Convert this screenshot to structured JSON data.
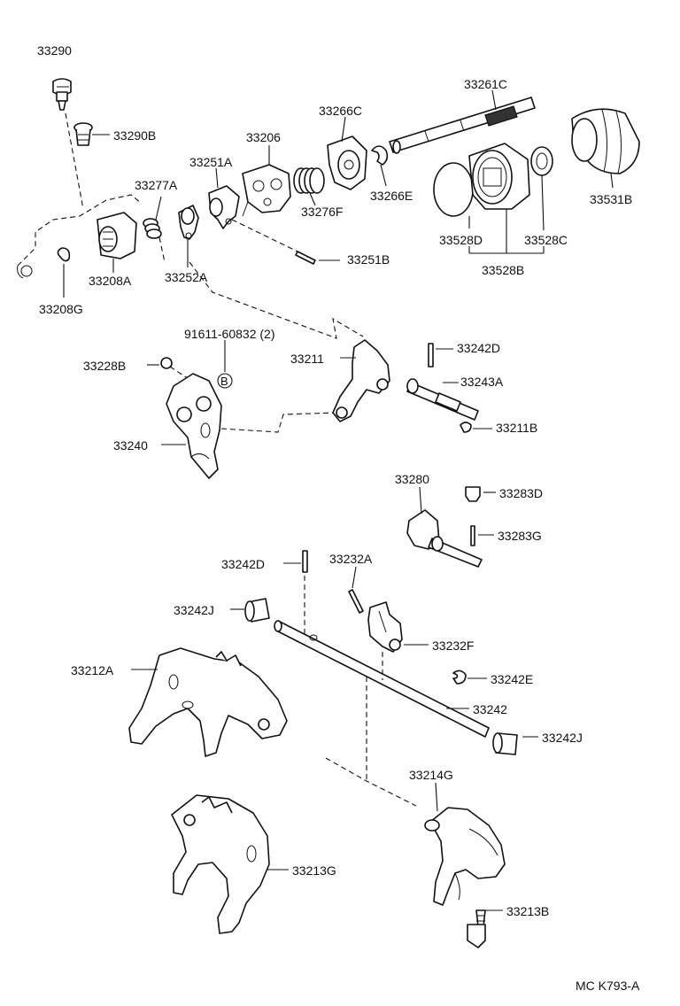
{
  "labels": {
    "p33290": "33290",
    "p33290b": "33290B",
    "p33206": "33206",
    "p33266c": "33266C",
    "p33261c": "33261C",
    "p33251a": "33251A",
    "p33277a": "33277A",
    "p33266e": "33266E",
    "p33276f": "33276F",
    "p33531b": "33531B",
    "p33528d": "33528D",
    "p33528c": "33528C",
    "p33528b": "33528B",
    "p33208a": "33208A",
    "p33252a": "33252A",
    "p33251b": "33251B",
    "p33208g": "33208G",
    "p91611": "91611-60832 (2)",
    "p33242d_top": "33242D",
    "p33228b": "33228B",
    "p33211": "33211",
    "p33243a": "33243A",
    "p33240": "33240",
    "p33211b": "33211B",
    "p33280": "33280",
    "p33283d": "33283D",
    "p33283g": "33283G",
    "p33242d_mid": "33242D",
    "p33232a": "33232A",
    "p33242j_left": "33242J",
    "p33232f": "33232F",
    "p33212a": "33212A",
    "p33242e": "33242E",
    "p33242": "33242",
    "p33242j_right": "33242J",
    "p33214g": "33214G",
    "p33213g": "33213G",
    "p33213b": "33213B",
    "ref_b": "B"
  },
  "footer": {
    "code": "MC K793-A"
  }
}
